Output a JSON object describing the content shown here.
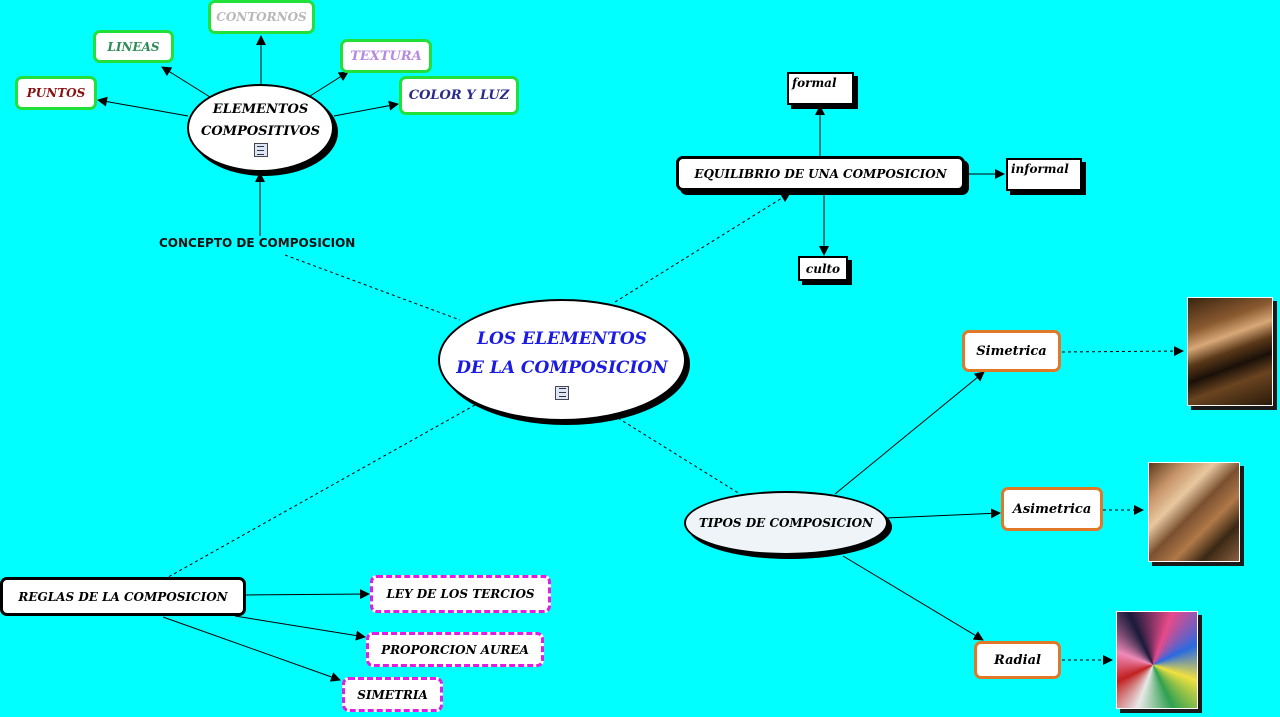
{
  "center": {
    "line1": "LOS ELEMENTOS",
    "line2": "DE LA COMPOSICION"
  },
  "elementos": {
    "line1": "ELEMENTOS",
    "line2": "COMPOSITIVOS"
  },
  "elementos_children": {
    "contornos": "CONTORNOS",
    "lineas": "LINEAS",
    "textura": "TEXTURA",
    "puntos": "PUNTOS",
    "color_luz": "COLOR Y LUZ"
  },
  "link_label": "CONCEPTO DE COMPOSICION",
  "equilibrio": {
    "title": "EQUILIBRIO DE UNA COMPOSICION",
    "formal": "formal",
    "informal": "informal",
    "culto": "culto"
  },
  "tipos": {
    "title": "TIPOS DE COMPOSICION",
    "simetrica": "Simetrica",
    "asimetrica": "Asimetrica",
    "radial": "Radial"
  },
  "reglas": {
    "title": "REGLAS DE LA COMPOSICION",
    "tercios": "LEY DE LOS TERCIOS",
    "aurea": "PROPORCION AUREA",
    "simetria": "SIMETRIA"
  },
  "colors": {
    "background": "#00ffff",
    "green_border": "#22e03a",
    "orange_border": "#e07828",
    "magenta_border": "#e020e0",
    "center_text": "#1a1ae0",
    "puntos_text": "#8b1010",
    "lineas_text": "#2e8b57",
    "contornos_text": "#b8b8b8",
    "textura_text": "#b58ae0",
    "color_luz_text": "#2a2a8a"
  }
}
